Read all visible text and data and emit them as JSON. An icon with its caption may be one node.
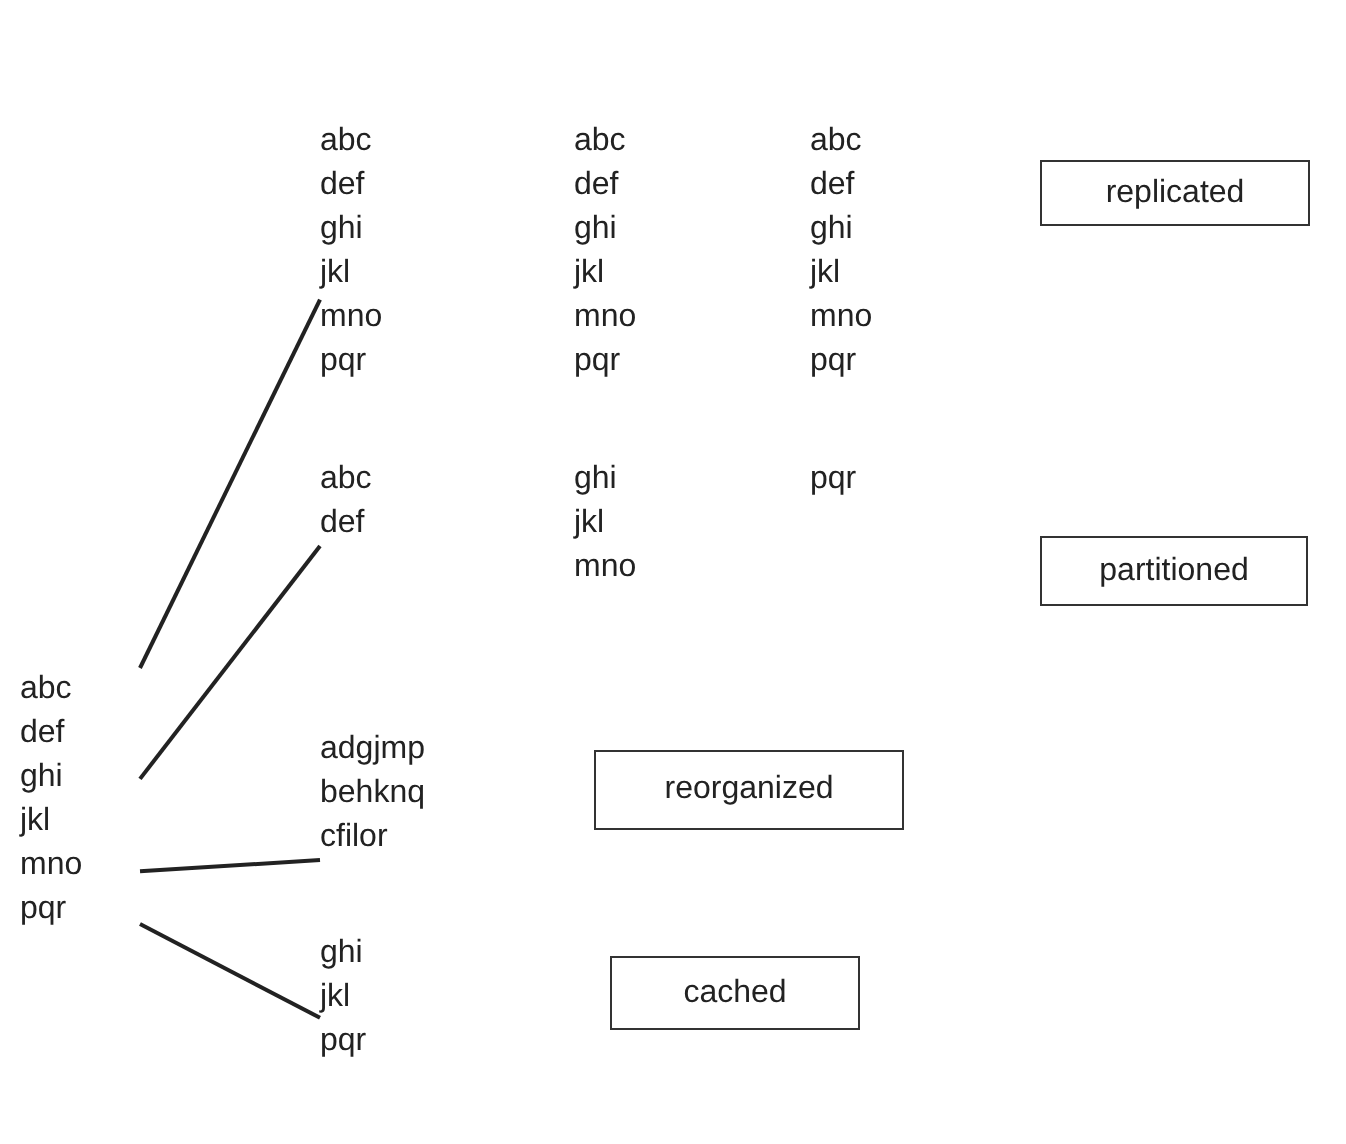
{
  "diagram": {
    "nodes": [
      {
        "text": [
          "abc def ghi jkl mno pqr"
        ]
      },
      {
        "text": [
          "abc def ghi jkl mno pqr"
        ]
      },
      {
        "text": [
          "abc def ghi jkl mno pqr"
        ]
      },
      {
        "text": [
          "abc def ghi jkl mno pqr"
        ]
      },
      {
        "text": [
          "replicated"
        ]
      },
      {
        "text": [
          "abc def"
        ]
      },
      {
        "text": [
          "ghi jkl mno"
        ]
      },
      {
        "text": [
          "pqr"
        ]
      },
      {
        "text": [
          "partitioned"
        ]
      },
      {
        "text": [
          "adgjmp behknq cfilor"
        ]
      },
      {
        "text": [
          "reorganized"
        ]
      },
      {
        "text": [
          "ghi jkl pqr"
        ]
      },
      {
        "text": [
          "cached"
        ]
      }
    ],
    "edges": [
      {
        "from": 0,
        "to": 1,
        "arrow": "none"
      },
      {
        "from": 0,
        "to": 5,
        "arrow": "none"
      },
      {
        "from": 0,
        "to": 9,
        "arrow": "none"
      },
      {
        "from": 0,
        "to": 11,
        "arrow": "none"
      }
    ]
  }
}
